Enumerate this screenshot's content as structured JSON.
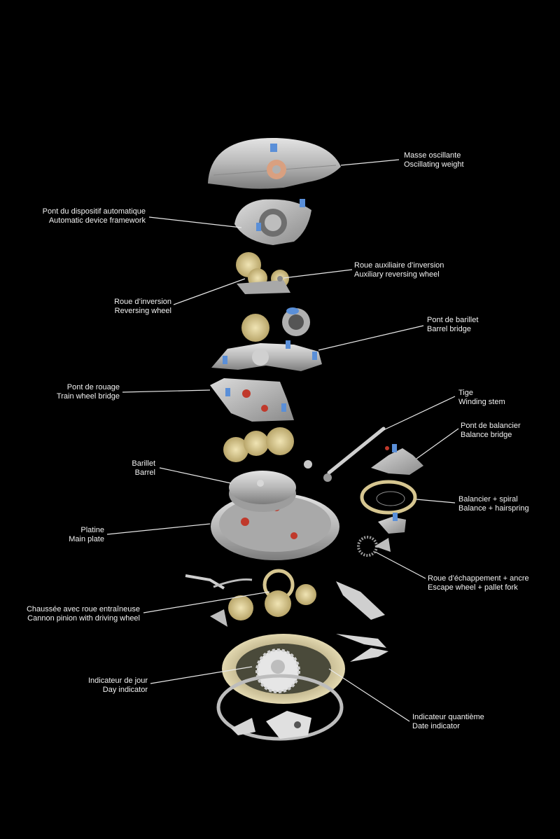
{
  "labels": [
    {
      "fr": "Masse oscillante",
      "en": "Oscillating weight"
    },
    {
      "fr": "Pont du dispositif automatique",
      "en": "Automatic device framework"
    },
    {
      "fr": "Roue auxiliaire d’inversion",
      "en": "Auxiliary reversing wheel"
    },
    {
      "fr": "Roue d’inversion",
      "en": "Reversing wheel"
    },
    {
      "fr": "Pont de barillet",
      "en": "Barrel bridge"
    },
    {
      "fr": "Pont de rouage",
      "en": "Train wheel bridge"
    },
    {
      "fr": "Tige",
      "en": "Winding stem"
    },
    {
      "fr": "Pont de balancier",
      "en": "Balance bridge"
    },
    {
      "fr": "Barillet",
      "en": "Barrel"
    },
    {
      "fr": "Balancier + spiral",
      "en": "Balance + hairspring"
    },
    {
      "fr": "Platine",
      "en": "Main plate"
    },
    {
      "fr": "Roue d’échappement + ancre",
      "en": "Escape wheel + pallet fork"
    },
    {
      "fr": "Chaussée avec roue entraîneuse",
      "en": "Cannon pinion with driving wheel"
    },
    {
      "fr": "Indicateur de jour",
      "en": "Day indicator"
    },
    {
      "fr": "Indicateur quantième",
      "en": "Date indicator"
    }
  ],
  "colors": {
    "background": "#000000",
    "text": "#f2f2f2",
    "leader": "#e8e8e8",
    "steel": "#c8c8c8",
    "brass": "#d6c690",
    "screw": "#5a8fd8",
    "ruby": "#c0392b"
  }
}
